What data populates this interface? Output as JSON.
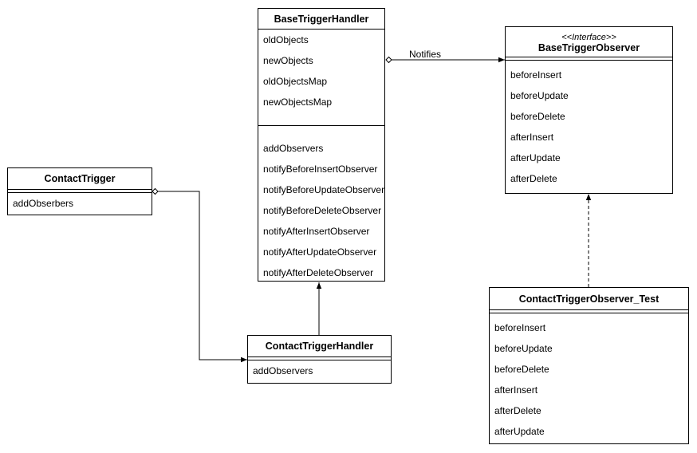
{
  "diagram": {
    "classes": {
      "base_handler": {
        "name": "BaseTriggerHandler",
        "attributes": [
          "oldObjects",
          "newObjects",
          "oldObjectsMap",
          "newObjectsMap"
        ],
        "methods": [
          "addObservers",
          "notifyBeforeInsertObserver",
          "notifyBeforeUpdateObserver",
          "notifyBeforeDeleteObserver",
          "notifyAfterInsertObserver",
          "notifyAfterUpdateObserver",
          "notifyAfterDeleteObserver"
        ]
      },
      "base_observer": {
        "stereotype": "<<Interface>>",
        "name": "BaseTriggerObserver",
        "attributes": [],
        "methods": [
          "beforeInsert",
          "beforeUpdate",
          "beforeDelete",
          "afterInsert",
          "afterUpdate",
          "afterDelete"
        ]
      },
      "contact_trigger": {
        "name": "ContactTrigger",
        "attributes": [],
        "methods": [
          "addObserbers"
        ]
      },
      "contact_handler": {
        "name": "ContactTriggerHandler",
        "attributes": [],
        "methods": [
          "addObservers"
        ]
      },
      "contact_observer_test": {
        "name": "ContactTriggerObserver_Test",
        "attributes": [],
        "methods": [
          "beforeInsert",
          "beforeUpdate",
          "beforeDelete",
          "afterInsert",
          "afterDelete",
          "afterUpdate"
        ]
      }
    },
    "relations": {
      "notifies_label": "Notifies"
    }
  }
}
